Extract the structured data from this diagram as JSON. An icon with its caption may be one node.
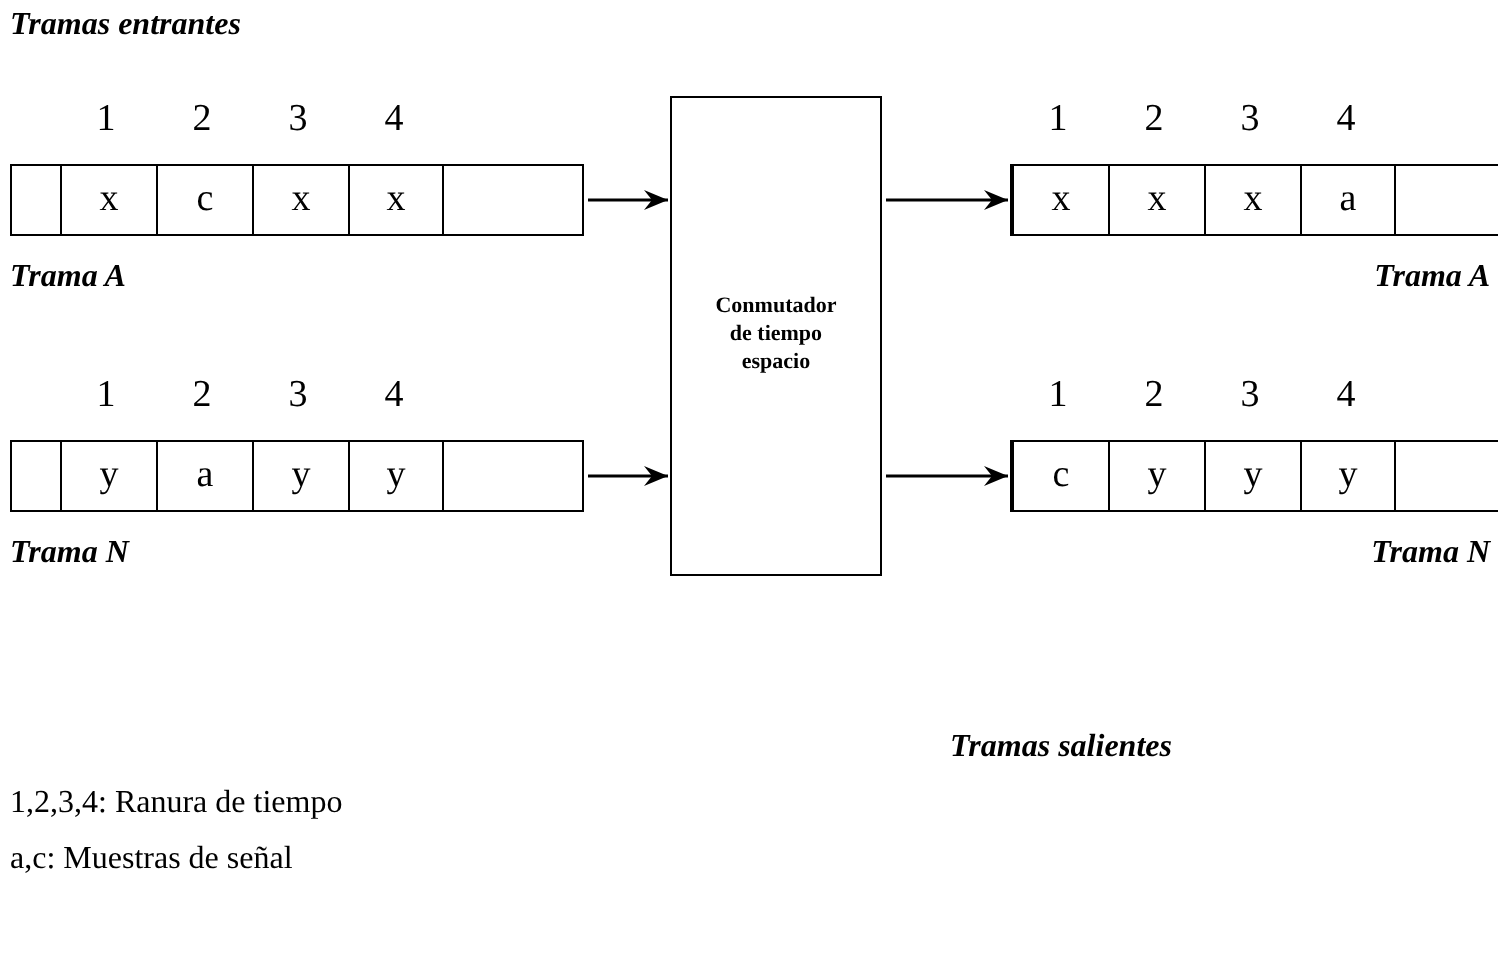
{
  "diagram": {
    "nodes": [
      {
        "text": [
          "x",
          "c",
          "x",
          "x"
        ],
        "beside": [
          "Trama A"
        ]
      },
      {
        "text": [
          "y",
          "a",
          "y",
          "y"
        ],
        "beside": [
          "Trama N"
        ]
      },
      {
        "text": [
          "Conmutador de tiempo espacio"
        ]
      },
      {
        "text": [
          "x",
          "x",
          "x",
          "a"
        ],
        "beside": [
          "Trama A"
        ]
      },
      {
        "text": [
          "c",
          "y",
          "y",
          "y"
        ],
        "beside": [
          "Trama N"
        ]
      }
    ],
    "edges": [
      {
        "from": 0,
        "to": 2,
        "arrow": "to"
      },
      {
        "from": 1,
        "to": 2,
        "arrow": "to"
      },
      {
        "from": 2,
        "to": 3,
        "arrow": "to"
      },
      {
        "from": 2,
        "to": 4,
        "arrow": "to"
      }
    ],
    "labels": [
      "Tramas entrantes",
      "1",
      "2",
      "3",
      "4",
      "1",
      "2",
      "3",
      "4",
      "1",
      "2",
      "3",
      "4",
      "1",
      "2",
      "3",
      "4",
      "Tramas salientes",
      "1,2,3,4: Ranura de tiempo",
      "a,c: Muestras de señal"
    ]
  }
}
